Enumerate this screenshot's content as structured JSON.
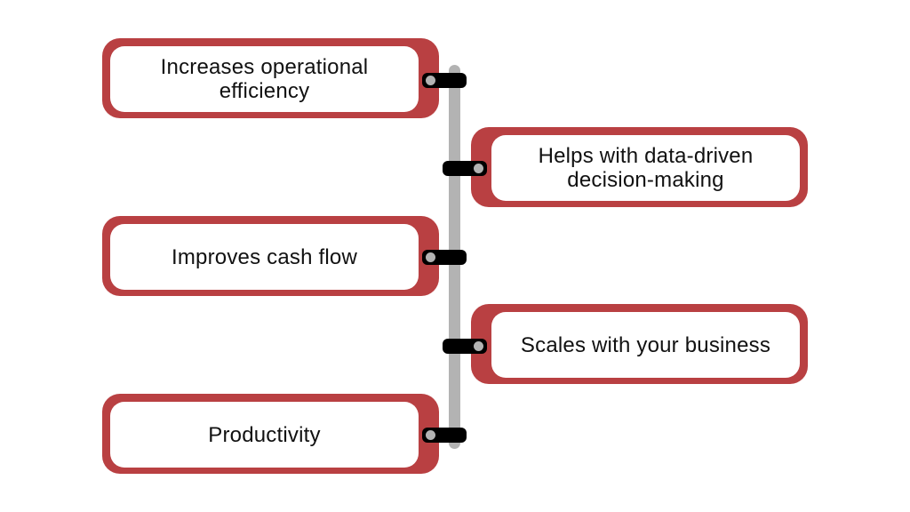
{
  "items": [
    {
      "label": "Increases operational efficiency",
      "side": "left"
    },
    {
      "label": "Helps with data-driven decision-making",
      "side": "right"
    },
    {
      "label": "Improves cash flow",
      "side": "left"
    },
    {
      "label": "Scales with your business",
      "side": "right"
    },
    {
      "label": "Productivity",
      "side": "left"
    }
  ],
  "colors": {
    "accent": "#b94042",
    "spine": "#b3b3b3",
    "connector": "#000000"
  }
}
